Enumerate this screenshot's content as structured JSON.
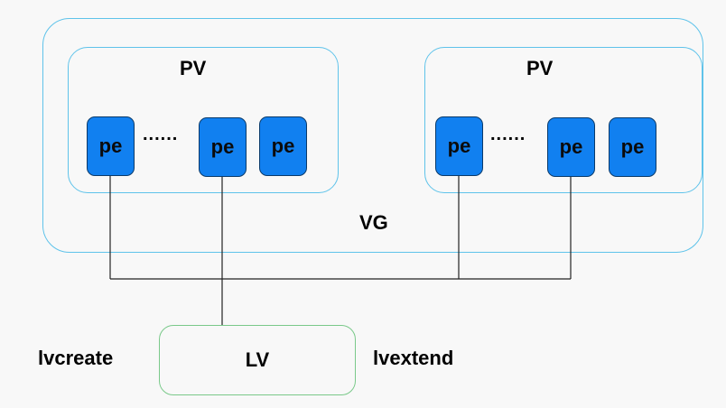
{
  "vg": {
    "label": "VG"
  },
  "pv_left": {
    "label": "PV",
    "pe1": "pe",
    "dots": "......",
    "pe2": "pe",
    "pe3": "pe"
  },
  "pv_right": {
    "label": "PV",
    "pe1": "pe",
    "dots": "......",
    "pe2": "pe",
    "pe3": "pe"
  },
  "lv": {
    "label": "LV"
  },
  "commands": {
    "left": "lvcreate",
    "right": "lvextend"
  },
  "colors": {
    "pe_fill": "#1180f0",
    "container_border": "#5fc3ea",
    "lv_border": "#7ac98a"
  }
}
